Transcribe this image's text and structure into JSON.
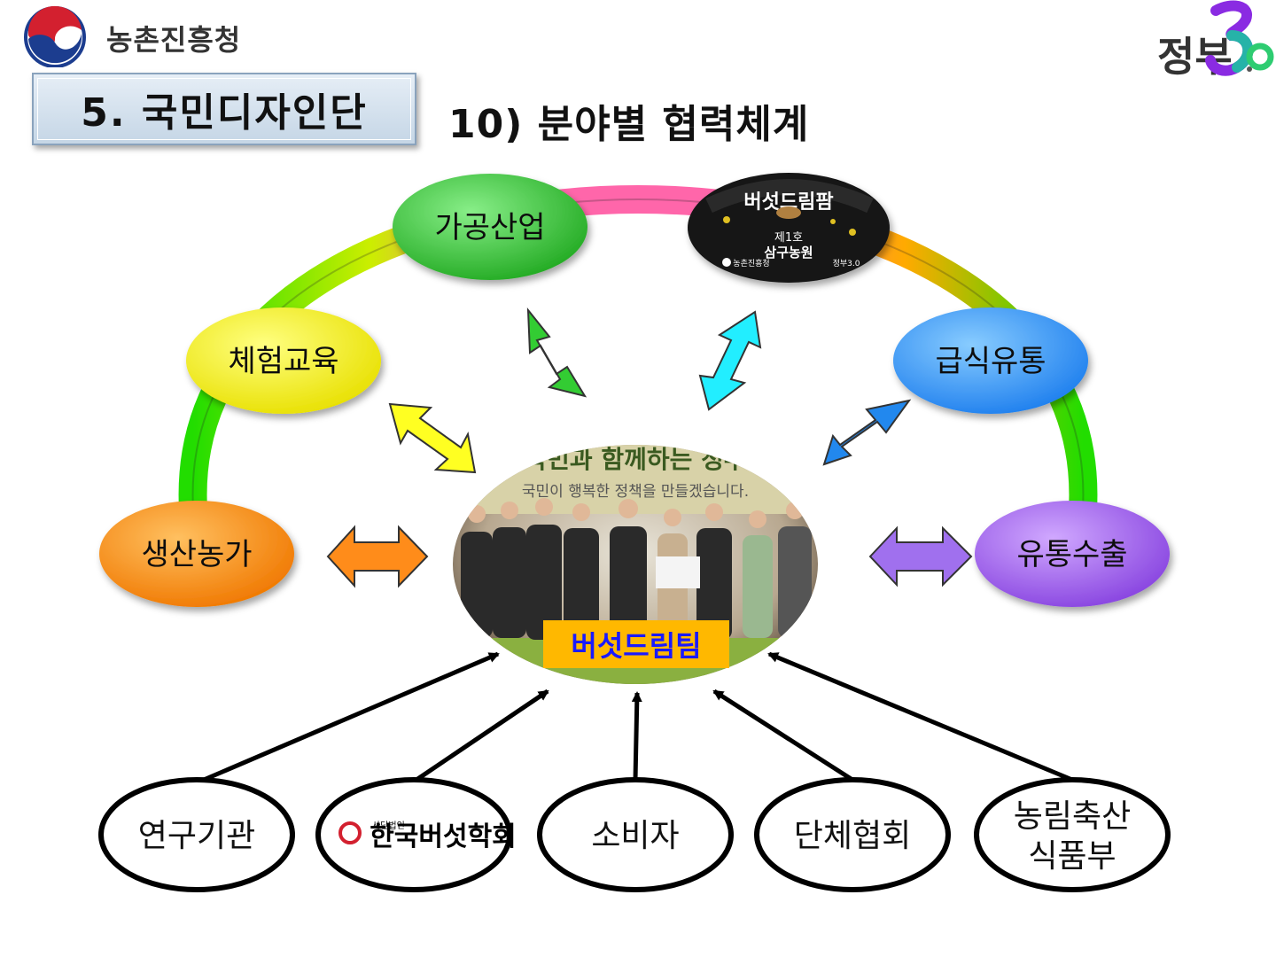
{
  "header": {
    "agency_name": "농촌진흥청",
    "gov_logo_text": "정부",
    "gov_logo_number": "3.0"
  },
  "section": {
    "label": "5. 국민디자인단"
  },
  "title": "10) 분야별 협력체계",
  "arc_nodes": [
    {
      "label": "생산농가",
      "color": "#ff8c00"
    },
    {
      "label": "체험교육",
      "color": "#f2ee00"
    },
    {
      "label": "가공산업",
      "color": "#22bb22"
    },
    {
      "label": "급식유통",
      "color": "#1e90ff"
    },
    {
      "label": "유통수출",
      "color": "#9955ee"
    }
  ],
  "sign": {
    "title": "버섯드림팜",
    "line1": "제1호",
    "line2": "삼구농원",
    "footer_left": "농촌진흥청",
    "footer_right": "정부3.0"
  },
  "center": {
    "banner_top": "국민과 함께하는 정부",
    "banner_sub": "국민이 행복한 정책을 만들겠습니다.",
    "team_label": "버섯드림팀"
  },
  "bottom_nodes": [
    {
      "label": "연구기관"
    },
    {
      "label": "한국버섯학회",
      "prefix": "사단법인"
    },
    {
      "label": "소비자"
    },
    {
      "label": "단체협회"
    },
    {
      "label_line1": "농림축산",
      "label_line2": "식품부"
    }
  ]
}
